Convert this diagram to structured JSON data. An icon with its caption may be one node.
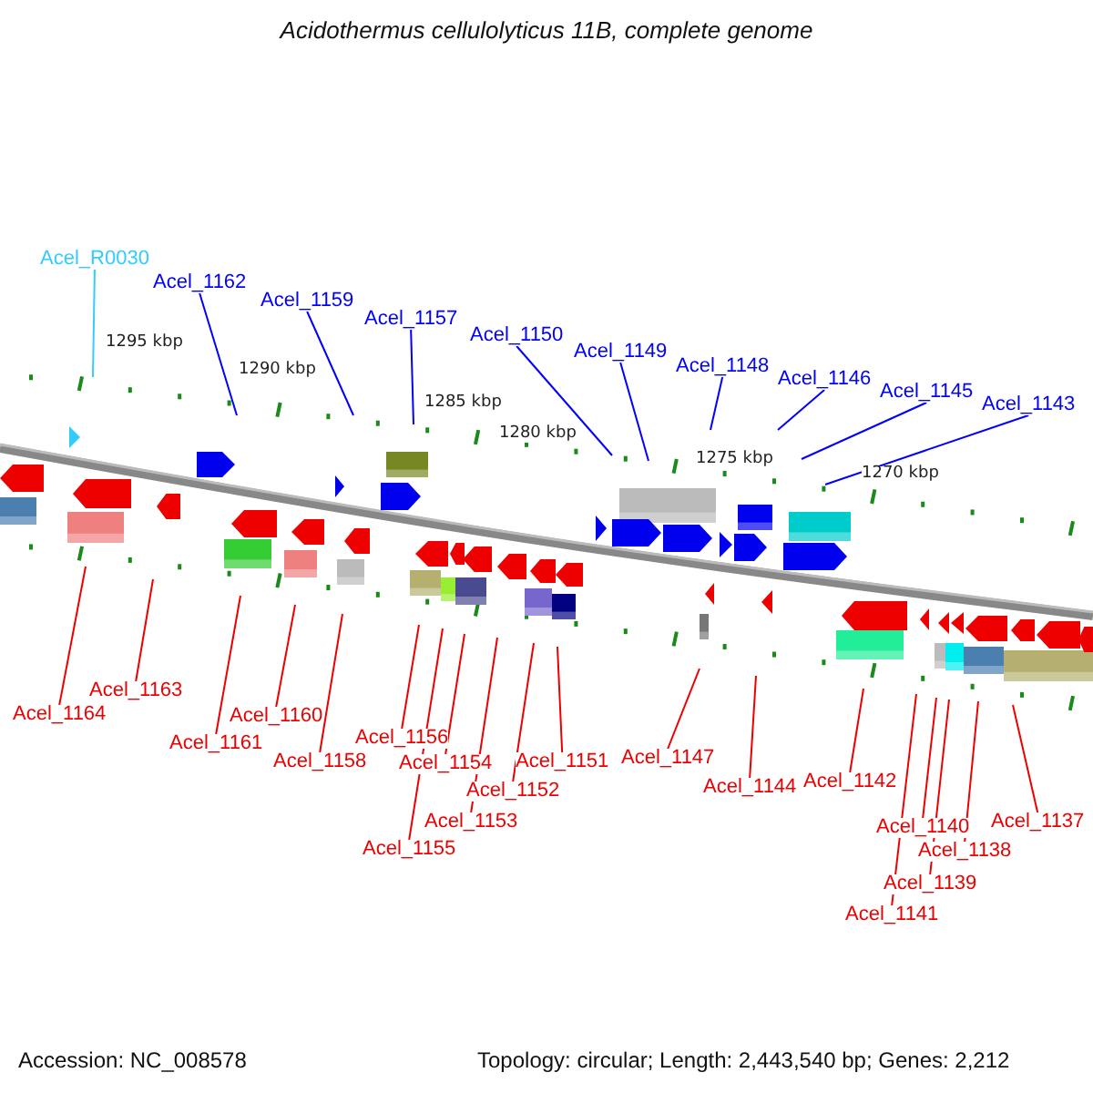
{
  "diagram": {
    "title": "Acidothermus cellulolyticus 11B, complete genome",
    "nodes": [
      {
        "text": [
          "Acel_R0030"
        ]
      },
      {
        "text": [
          "Acel_1162"
        ]
      },
      {
        "text": [
          "Acel_1159"
        ]
      },
      {
        "text": [
          "Acel_1157"
        ]
      },
      {
        "text": [
          "Acel_1150"
        ]
      },
      {
        "text": [
          "Acel_1149"
        ]
      },
      {
        "text": [
          "Acel_1148"
        ]
      },
      {
        "text": [
          "Acel_1146"
        ]
      },
      {
        "text": [
          "Acel_1145"
        ]
      },
      {
        "text": [
          "Acel_1143"
        ]
      },
      {
        "text": [
          "Acel_1164"
        ]
      },
      {
        "text": [
          "Acel_1163"
        ]
      },
      {
        "text": [
          "Acel_1161"
        ]
      },
      {
        "text": [
          "Acel_1160"
        ]
      },
      {
        "text": [
          "Acel_1158"
        ]
      },
      {
        "text": [
          "Acel_1156"
        ]
      },
      {
        "text": [
          "Acel_1155"
        ]
      },
      {
        "text": [
          "Acel_1154"
        ]
      },
      {
        "text": [
          "Acel_1153"
        ]
      },
      {
        "text": [
          "Acel_1152"
        ]
      },
      {
        "text": [
          "Acel_1151"
        ]
      },
      {
        "text": [
          "Acel_1147"
        ]
      },
      {
        "text": [
          "Acel_1144"
        ]
      },
      {
        "text": [
          "Acel_1142"
        ]
      },
      {
        "text": [
          "Acel_1141"
        ]
      },
      {
        "text": [
          "Acel_1140"
        ]
      },
      {
        "text": [
          "Acel_1139"
        ]
      },
      {
        "text": [
          "Acel_1138"
        ]
      },
      {
        "text": [
          "Acel_1137"
        ]
      }
    ],
    "edges": [
      {
        "from": 0,
        "to": null,
        "arrow": "none",
        "color": "#33ccff"
      },
      {
        "from": 1,
        "to": null,
        "arrow": "none",
        "color": "#0000ff"
      },
      {
        "from": 2,
        "to": null,
        "arrow": "none",
        "color": "#0000ff"
      },
      {
        "from": 3,
        "to": null,
        "arrow": "none",
        "color": "#0000ff"
      },
      {
        "from": 4,
        "to": null,
        "arrow": "none",
        "color": "#0000ff"
      },
      {
        "from": 5,
        "to": null,
        "arrow": "none",
        "color": "#0000ff"
      },
      {
        "from": 6,
        "to": null,
        "arrow": "none",
        "color": "#0000ff"
      },
      {
        "from": 7,
        "to": null,
        "arrow": "none",
        "color": "#0000ff"
      },
      {
        "from": 8,
        "to": null,
        "arrow": "none",
        "color": "#0000ff"
      },
      {
        "from": 9,
        "to": null,
        "arrow": "none",
        "color": "#0000ff"
      },
      {
        "from": 10,
        "to": null,
        "arrow": "none"
      },
      {
        "from": 11,
        "to": null,
        "arrow": "none"
      },
      {
        "from": 12,
        "to": null,
        "arrow": "none"
      },
      {
        "from": 13,
        "to": null,
        "arrow": "none"
      },
      {
        "from": 14,
        "to": null,
        "arrow": "none"
      },
      {
        "from": 15,
        "to": null,
        "arrow": "none"
      },
      {
        "from": 16,
        "to": null,
        "arrow": "none"
      },
      {
        "from": 17,
        "to": null,
        "arrow": "none"
      },
      {
        "from": 18,
        "to": null,
        "arrow": "none"
      },
      {
        "from": 19,
        "to": null,
        "arrow": "none"
      },
      {
        "from": 20,
        "to": null,
        "arrow": "none"
      },
      {
        "from": 21,
        "to": null,
        "arrow": "none"
      },
      {
        "from": 22,
        "to": null,
        "arrow": "none"
      },
      {
        "from": 23,
        "to": null,
        "arrow": "none"
      },
      {
        "from": 24,
        "to": null,
        "arrow": "none"
      },
      {
        "from": 25,
        "to": null,
        "arrow": "none"
      },
      {
        "from": 26,
        "to": null,
        "arrow": "none"
      },
      {
        "from": 27,
        "to": null,
        "arrow": "none"
      },
      {
        "from": 28,
        "to": null,
        "arrow": "none"
      }
    ],
    "labels": [
      "1295 kbp",
      "1290 kbp",
      "1285 kbp",
      "1280 kbp",
      "1275 kbp",
      "1270 kbp",
      "Accession: NC_008578",
      "Topology: circular; Length: 2,443,540 bp; Genes: 2,212"
    ]
  }
}
